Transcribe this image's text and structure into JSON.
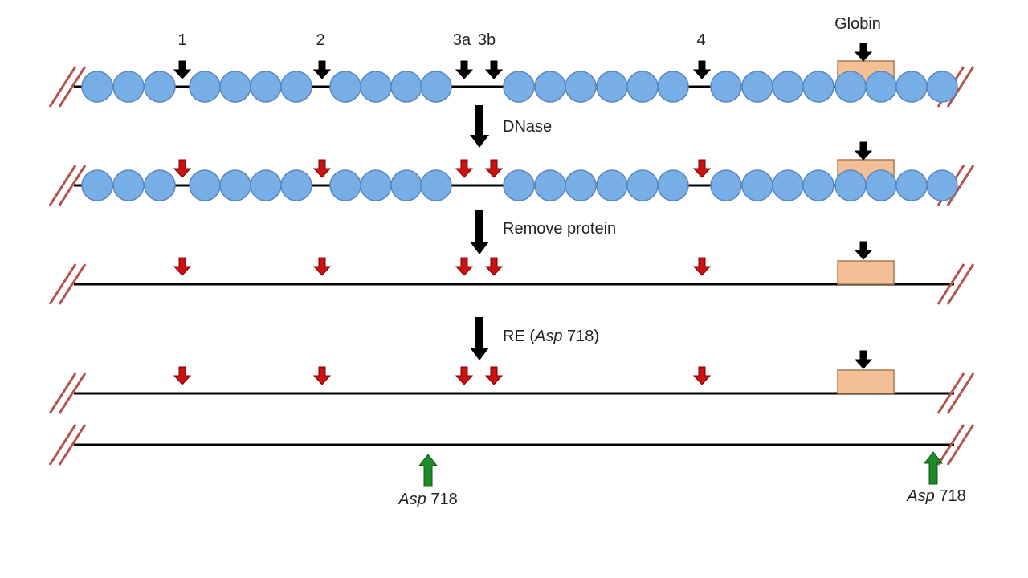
{
  "site_labels": [
    "1",
    "2",
    "3a",
    "3b",
    "4"
  ],
  "globin_label": "Globin",
  "steps": {
    "dnase": "DNase",
    "remove_protein": "Remove protein",
    "re_prefix": "RE (",
    "re_enzyme": "Asp",
    "re_suffix": " 718)"
  },
  "asp_sites": [
    {
      "enzyme": "Asp",
      "number": " 718"
    },
    {
      "enzyme": "Asp",
      "number": " 718"
    }
  ],
  "colors": {
    "nucleosome_fill": "#78aee6",
    "nucleosome_stroke": "#5b87bd",
    "globin_fill": "#f5bf95",
    "globin_stroke": "#a87a55",
    "cut_arrow": "#cc1111",
    "site_arrow": "#000000",
    "re_arrow": "#1e8a2a",
    "break_marks": "#b5504a",
    "dna": "#000000"
  }
}
